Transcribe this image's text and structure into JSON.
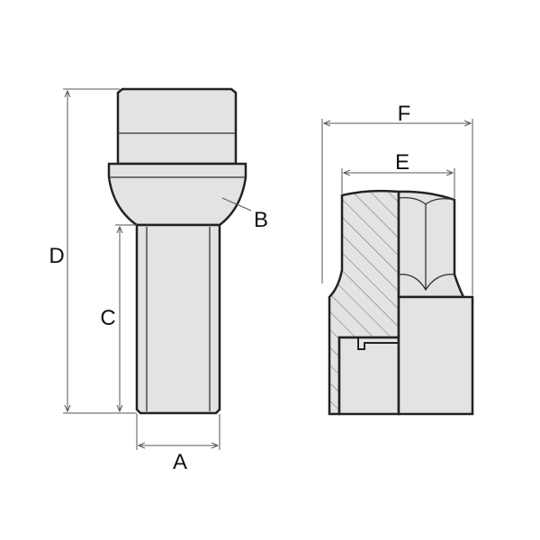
{
  "labels": {
    "A": "A",
    "B": "B",
    "C": "C",
    "D": "D",
    "E": "E",
    "F": "F"
  },
  "colors": {
    "part_fill": "#e3e3e3",
    "outline": "#222222"
  }
}
